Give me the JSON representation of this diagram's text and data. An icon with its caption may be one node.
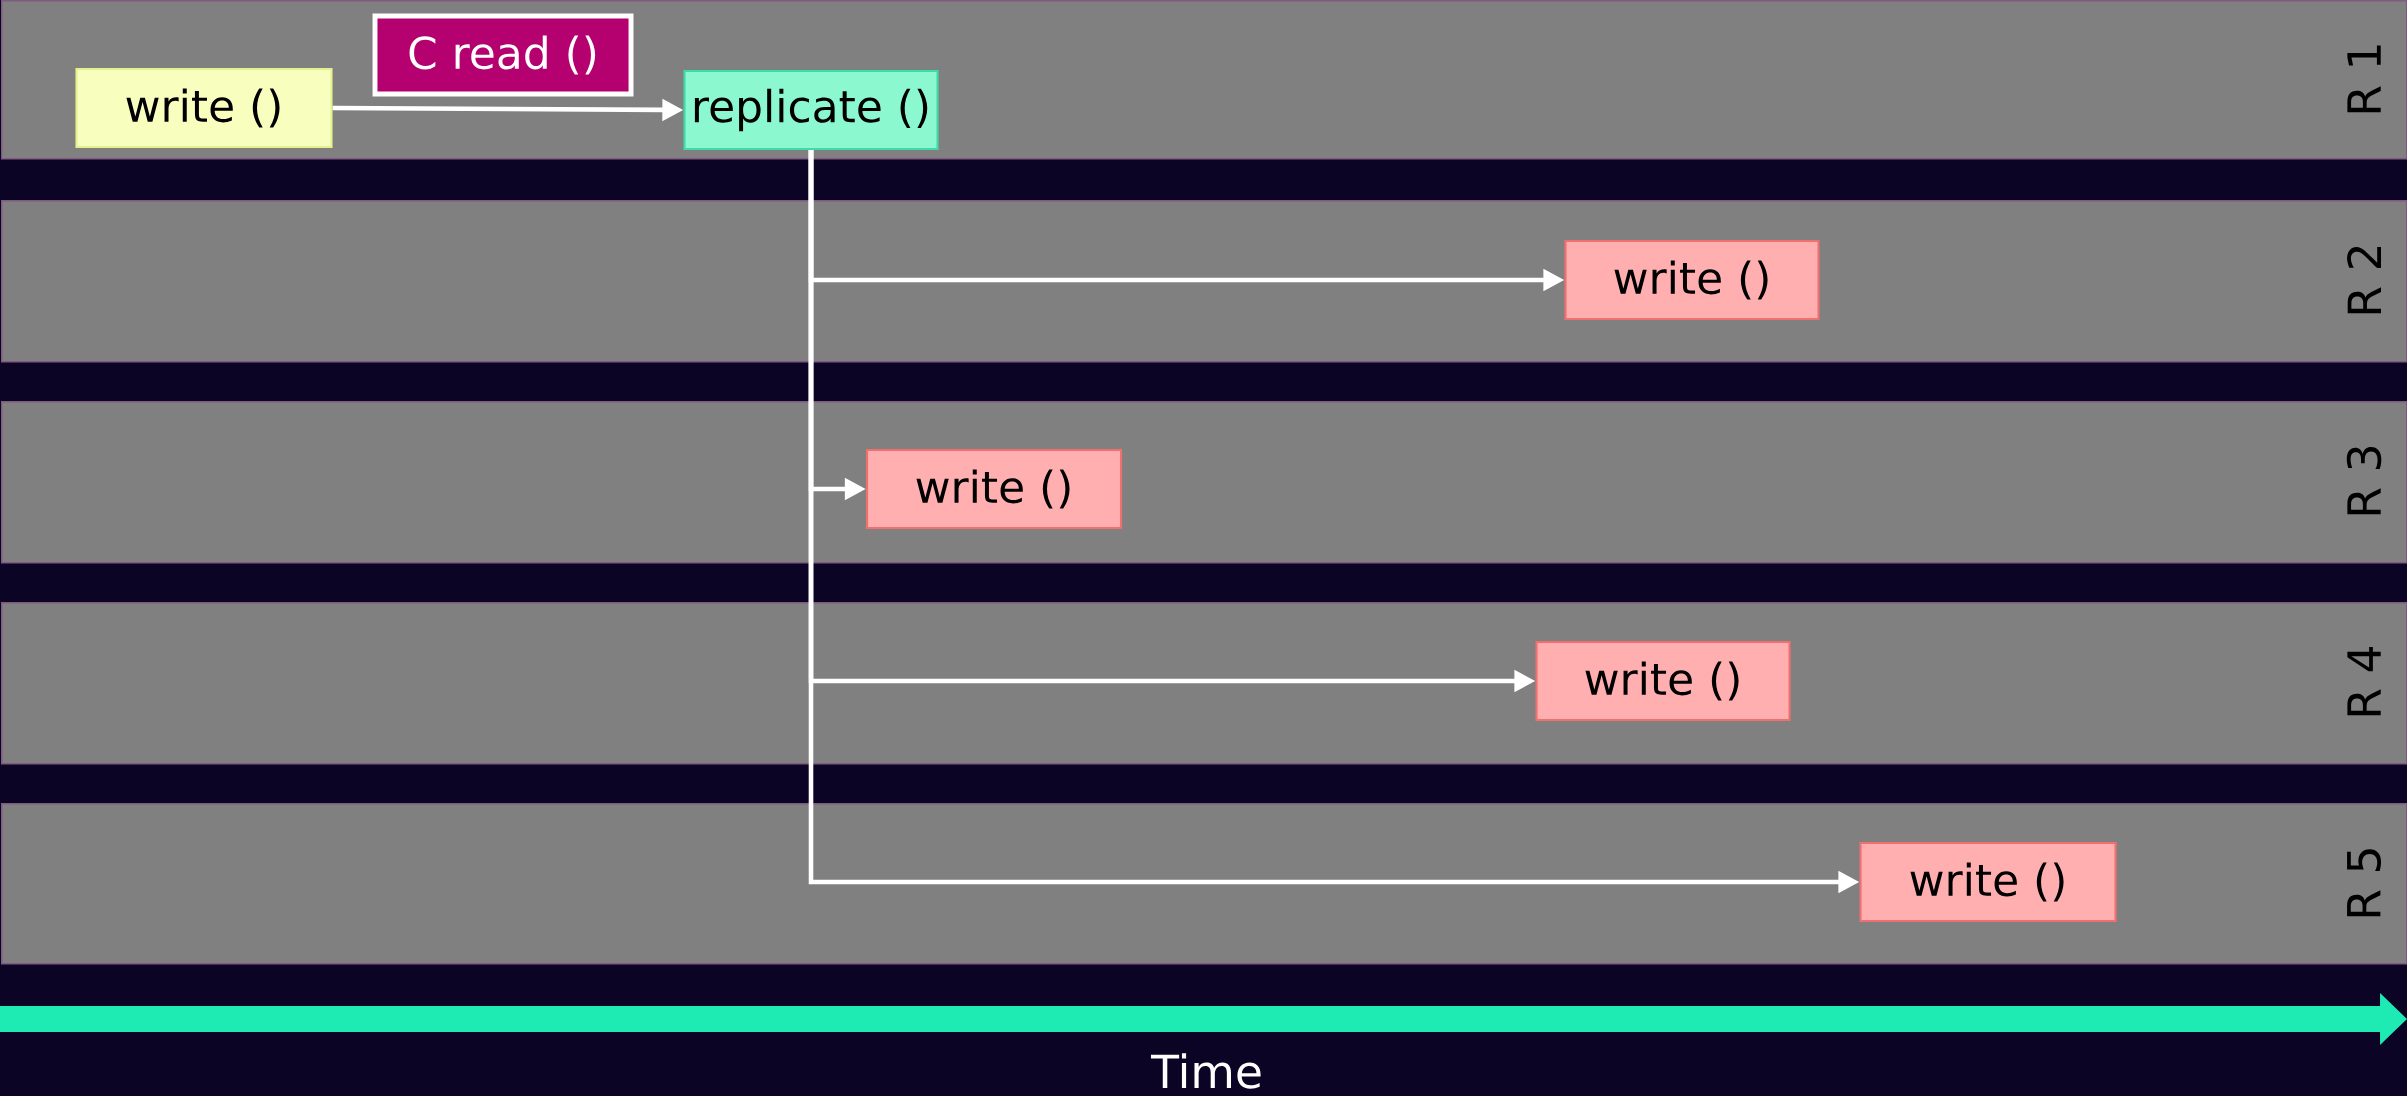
{
  "diagram": {
    "nodes": [
      {
        "text": [
          "R 1"
        ]
      },
      {
        "text": [
          "write ()"
        ],
        "in": 0
      },
      {
        "text": [
          "C read ()"
        ],
        "in": 0
      },
      {
        "text": [
          "replicate ()"
        ],
        "in": 0
      },
      {
        "text": [
          "R 2"
        ]
      },
      {
        "text": [
          "write ()"
        ],
        "in": 4
      },
      {
        "text": [
          "R 3"
        ]
      },
      {
        "text": [
          "write ()"
        ],
        "in": 6
      },
      {
        "text": [
          "R 4"
        ]
      },
      {
        "text": [
          "write ()"
        ],
        "in": 8
      },
      {
        "text": [
          "R 5"
        ]
      },
      {
        "text": [
          "write ()"
        ],
        "in": 10
      }
    ],
    "edges": [
      {
        "from": 1,
        "to": 3,
        "arrow": "to"
      },
      {
        "from": 3,
        "to": 5,
        "arrow": "to"
      },
      {
        "from": 3,
        "to": 7,
        "arrow": "to"
      },
      {
        "from": 3,
        "to": 9,
        "arrow": "to"
      },
      {
        "from": 3,
        "to": 11,
        "arrow": "to"
      }
    ],
    "labels": [
      "Time"
    ]
  }
}
